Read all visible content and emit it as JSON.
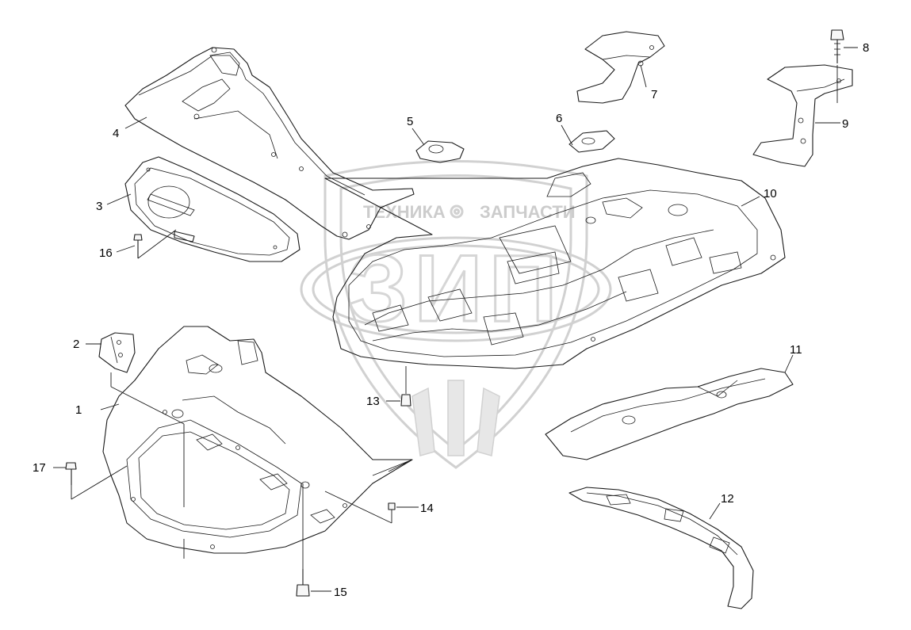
{
  "diagram": {
    "background": "#ffffff",
    "line_color": "#1a1a1a",
    "callouts": [
      {
        "id": "c1",
        "label": "1"
      },
      {
        "id": "c2",
        "label": "2"
      },
      {
        "id": "c3",
        "label": "3"
      },
      {
        "id": "c4",
        "label": "4"
      },
      {
        "id": "c5",
        "label": "5"
      },
      {
        "id": "c6",
        "label": "6"
      },
      {
        "id": "c7",
        "label": "7"
      },
      {
        "id": "c8",
        "label": "8"
      },
      {
        "id": "c9",
        "label": "9"
      },
      {
        "id": "c10",
        "label": "10"
      },
      {
        "id": "c11",
        "label": "11"
      },
      {
        "id": "c12",
        "label": "12"
      },
      {
        "id": "c13",
        "label": "13"
      },
      {
        "id": "c14",
        "label": "14"
      },
      {
        "id": "c15",
        "label": "15"
      },
      {
        "id": "c16",
        "label": "16"
      },
      {
        "id": "c17",
        "label": "17"
      }
    ]
  },
  "watermark": {
    "text_left": "ТЕХНИКА",
    "text_right": "ЗАПЧАСТИ",
    "logo_letters": "ЗИП",
    "color": "#c9c9c9"
  }
}
